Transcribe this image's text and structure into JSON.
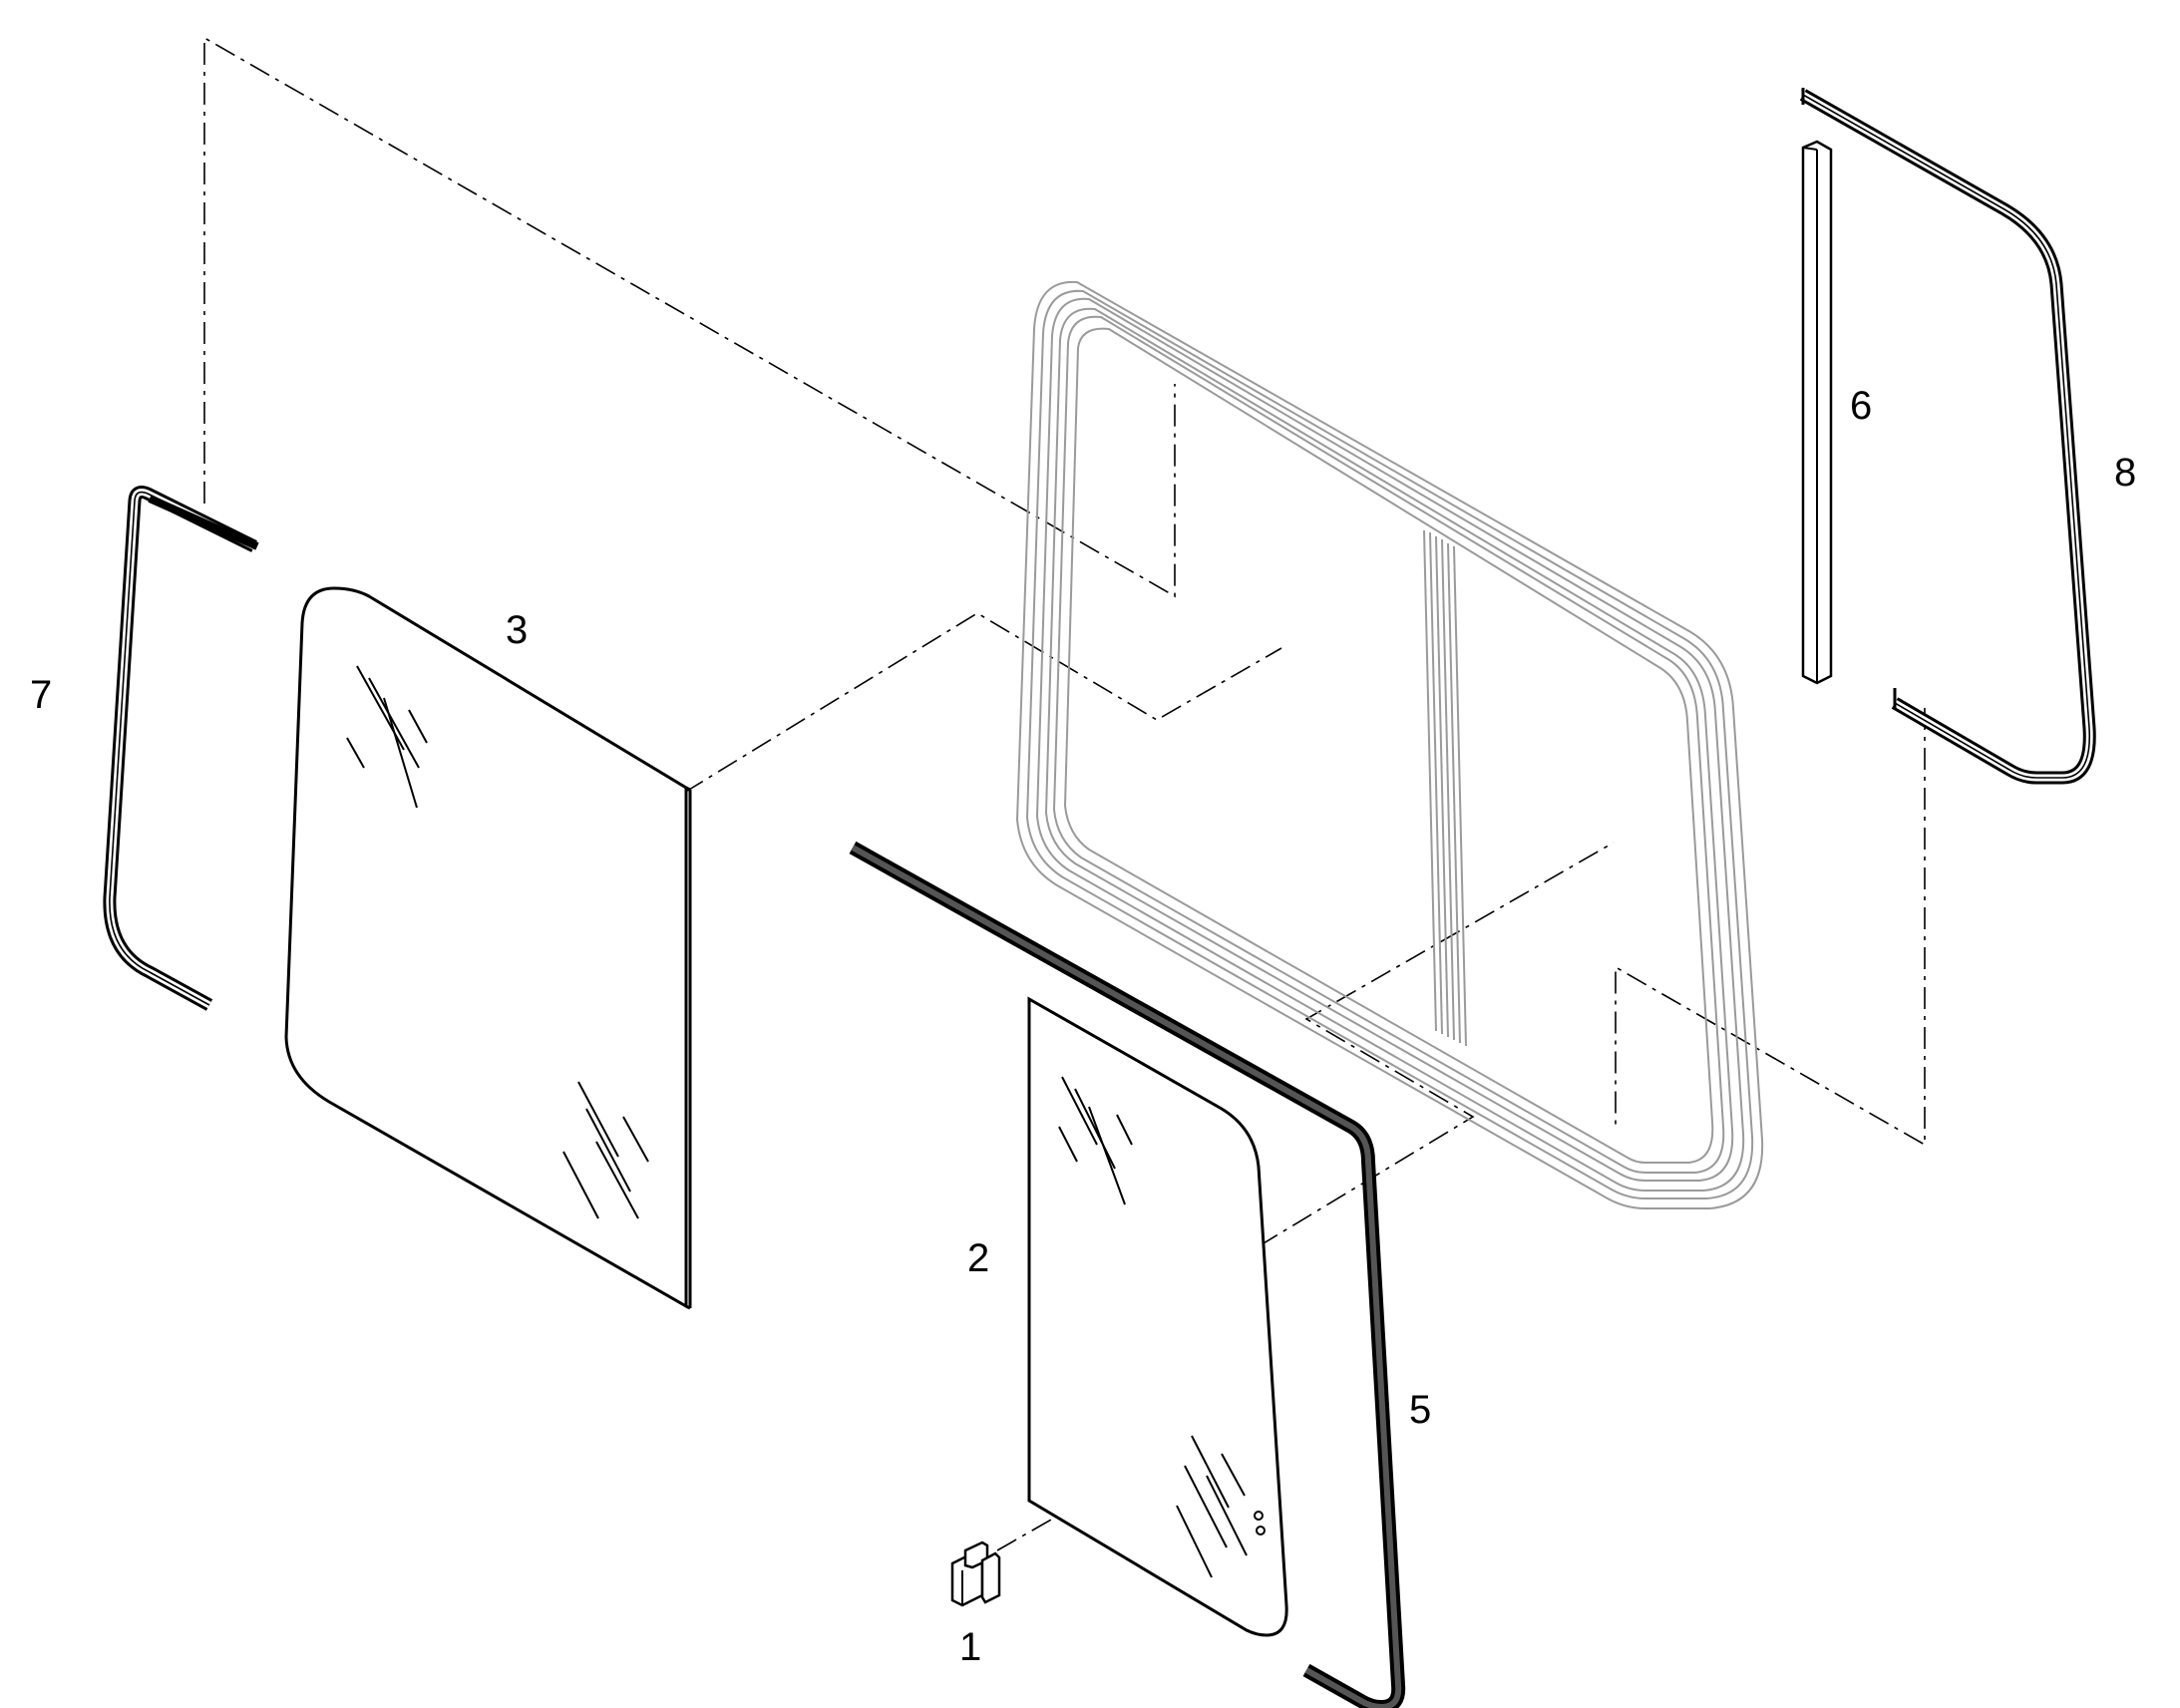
{
  "diagram": {
    "callouts": [
      {
        "id": "1",
        "label": "1"
      },
      {
        "id": "2",
        "label": "2"
      },
      {
        "id": "3",
        "label": "3"
      },
      {
        "id": "5",
        "label": "5"
      },
      {
        "id": "6",
        "label": "6"
      },
      {
        "id": "7",
        "label": "7"
      },
      {
        "id": "8",
        "label": "8"
      }
    ]
  }
}
